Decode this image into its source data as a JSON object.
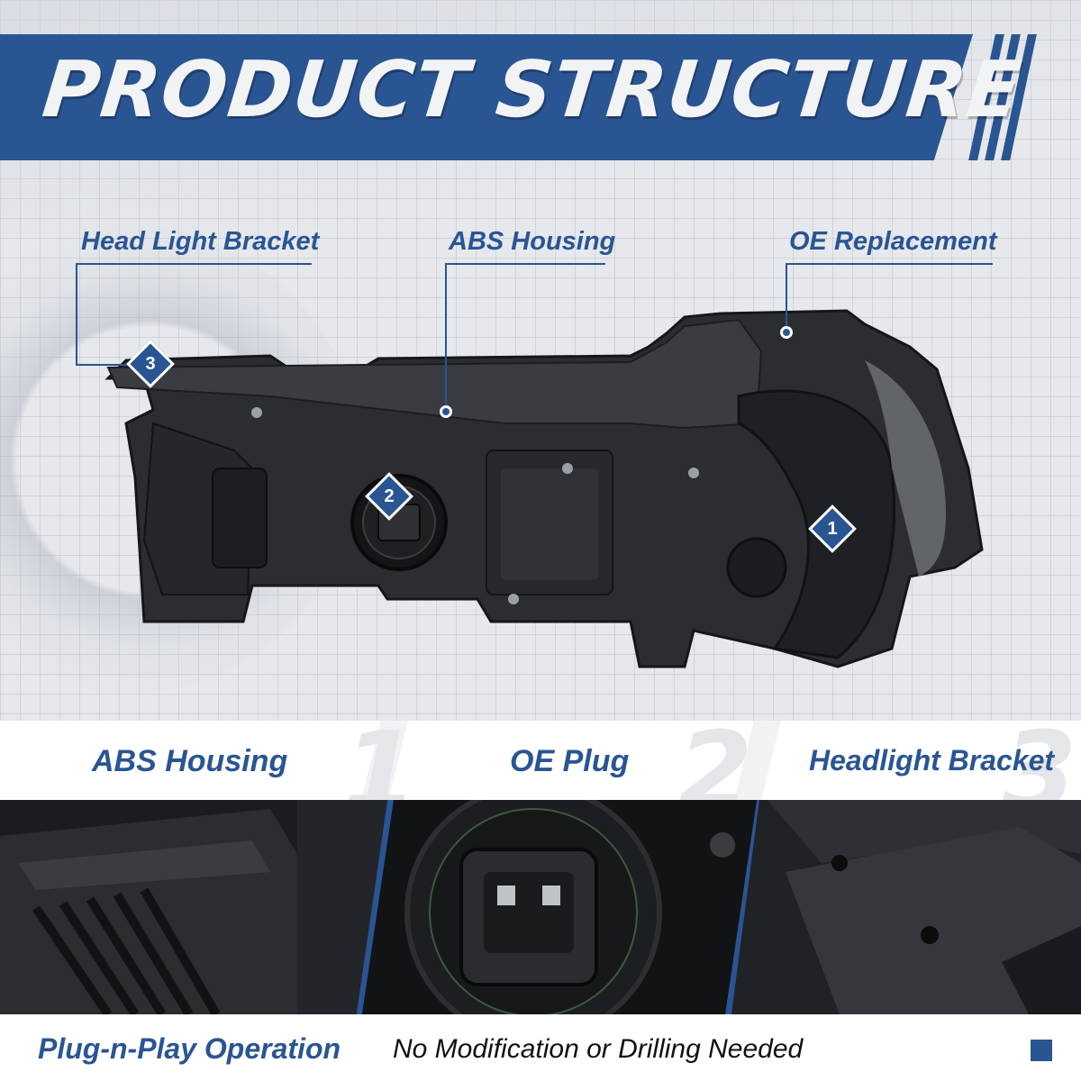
{
  "title": "PRODUCT STRUCTURE",
  "callouts": {
    "head_light_bracket": "Head Light Bracket",
    "abs_housing": "ABS Housing",
    "oe_replacement": "OE Replacement"
  },
  "markers": [
    "1",
    "2",
    "3"
  ],
  "features": [
    {
      "label": "ABS Housing",
      "num": "1"
    },
    {
      "label": "OE Plug",
      "num": "2"
    },
    {
      "label": "Headlight Bracket",
      "num": "3"
    }
  ],
  "footer": {
    "bold": "Plug-n-Play Operation",
    "normal": "No Modification or Drilling Needed"
  },
  "colors": {
    "brand_blue": "#2a5593",
    "background": "#e6e8eb",
    "text_dark": "#111111"
  }
}
